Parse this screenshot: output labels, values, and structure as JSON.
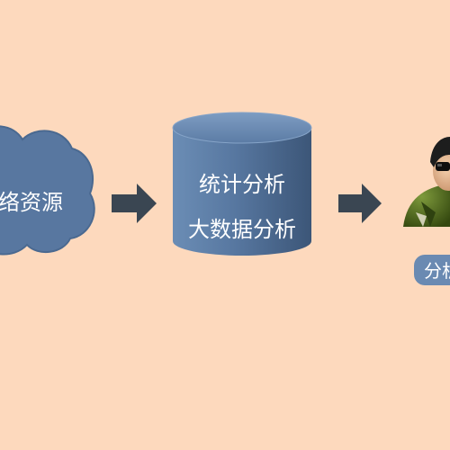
{
  "diagram": {
    "cloud_label": "络资源",
    "database_lines": [
      "统计分析",
      "大数据分析"
    ],
    "analyst_label": "分析"
  },
  "colors": {
    "background": "#fdd9bd",
    "shape_fill": "#5a7aa0",
    "shape_dark": "#3f5a7d",
    "arrow": "#3a4652",
    "uniform": "#4f6f1e"
  },
  "icons": [
    "cloud-icon",
    "database-icon",
    "arrow-right-icon",
    "analyst-person-icon"
  ]
}
